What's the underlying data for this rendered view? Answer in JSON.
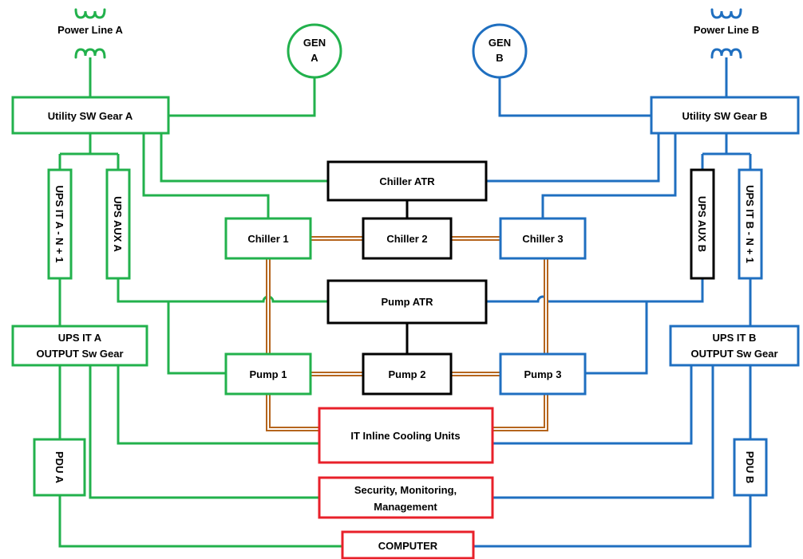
{
  "colors": {
    "feed_a": "#22b14c",
    "feed_b": "#1f6fc0",
    "neutral": "#000000",
    "load": "#e8202a",
    "pipe": "#b5651d"
  },
  "icons": {
    "transformer": "transformer-coil-icon"
  },
  "labels": {
    "power_line_a": "Power Line A",
    "power_line_b": "Power Line B",
    "gen_a": [
      "GEN",
      "A"
    ],
    "gen_b": [
      "GEN",
      "B"
    ],
    "utility_a": "Utility SW Gear A",
    "utility_b": "Utility SW Gear B",
    "ups_it_a_n1": "UPS IT A - N + 1",
    "ups_aux_a": "UPS AUX A",
    "ups_aux_b": "UPS AUX B",
    "ups_it_b_n1": "UPS IT B - N + 1",
    "chiller_atr": "Chiller ATR",
    "chiller_1": "Chiller 1",
    "chiller_2": "Chiller 2",
    "chiller_3": "Chiller 3",
    "pump_atr": "Pump ATR",
    "pump_1": "Pump 1",
    "pump_2": "Pump 2",
    "pump_3": "Pump 3",
    "ups_out_a": [
      "UPS IT A",
      "OUTPUT Sw Gear"
    ],
    "ups_out_b": [
      "UPS IT B",
      "OUTPUT Sw Gear"
    ],
    "it_cooling": "IT Inline Cooling Units",
    "security": [
      "Security, Monitoring,",
      "Management"
    ],
    "pdu_a": "PDU A",
    "pdu_b": "PDU B",
    "computer": "COMPUTER"
  }
}
